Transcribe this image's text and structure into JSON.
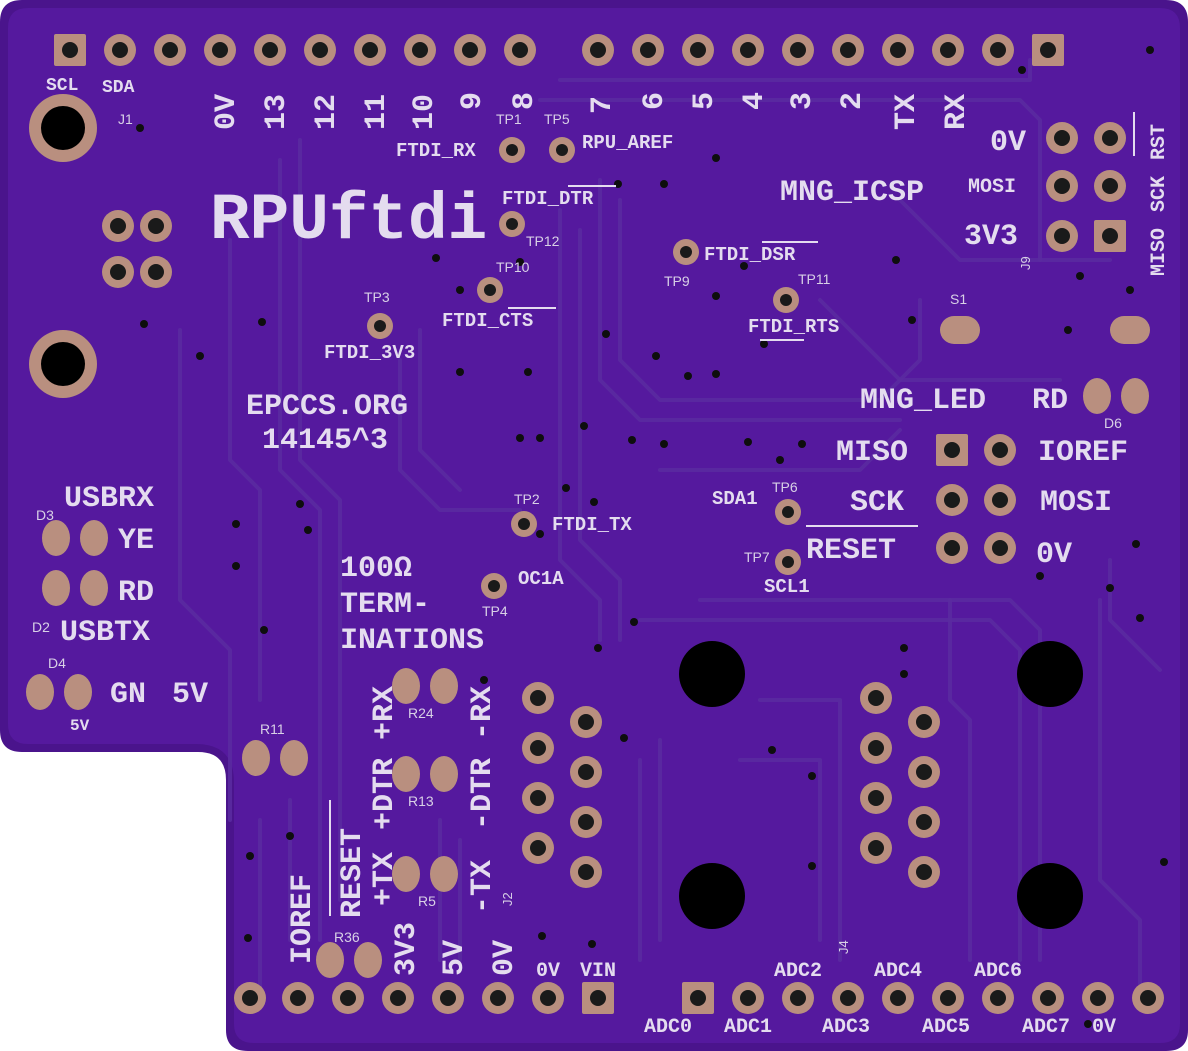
{
  "board": {
    "title": "RPUftdi",
    "website": "EPCCS.ORG",
    "code": "14145^3",
    "colors": {
      "substrate": "#4a148c",
      "mask": "#5b1fa6",
      "copper": "#b98f7f",
      "silk": "#e4dcef"
    }
  },
  "top_header_left": {
    "pins": [
      "SCL",
      "SDA",
      "",
      "0V",
      "13",
      "12",
      "11",
      "10",
      "9",
      "8"
    ],
    "ref": "J1"
  },
  "top_header_right": {
    "pins": [
      "7",
      "6",
      "5",
      "4",
      "3",
      "2",
      "TX",
      "RX"
    ]
  },
  "icsp": {
    "title": "MNG_ICSP",
    "left_labels": [
      "0V",
      "MOSI",
      "3V3"
    ],
    "right_labels": [
      "RST",
      "SCK",
      "MISO"
    ],
    "ref": "J9"
  },
  "test_points": [
    {
      "ref": "TP1",
      "label": "FTDI_RX"
    },
    {
      "ref": "TP5",
      "label": "RPU_AREF"
    },
    {
      "ref": "TP12",
      "label": "FTDI_DTR"
    },
    {
      "ref": "TP9",
      "label": "FTDI_DSR"
    },
    {
      "ref": "TP10",
      "label": "FTDI_CTS"
    },
    {
      "ref": "TP11",
      "label": "FTDI_RTS"
    },
    {
      "ref": "TP3",
      "label": "FTDI_3V3"
    },
    {
      "ref": "TP2",
      "label": "FTDI_TX"
    },
    {
      "ref": "TP4",
      "label": "OC1A"
    },
    {
      "ref": "TP6",
      "label": "SDA1"
    },
    {
      "ref": "TP7",
      "label": "SCL1"
    }
  ],
  "switch": {
    "ref": "S1"
  },
  "leds": {
    "mng": {
      "label": "MNG_LED",
      "color": "RD",
      "ref": "D6"
    },
    "usbrx": {
      "label": "USBRX",
      "color": "YE",
      "ref": "D3"
    },
    "usbtx": {
      "label": "USBTX",
      "color": "RD",
      "ref": "D2"
    },
    "power": {
      "label": "5V",
      "color": "GN",
      "ref": "D4",
      "sub": "5V"
    }
  },
  "icsp_header2": {
    "left": [
      "MISO",
      "SCK",
      "RESET"
    ],
    "right": [
      "IOREF",
      "MOSI",
      "0V"
    ]
  },
  "terminations": {
    "line1": "100Ω",
    "line2": "TERM-",
    "line3": "INATIONS"
  },
  "resistors": [
    "R24",
    "R13",
    "R5",
    "R11",
    "R36"
  ],
  "rotated_labels": {
    "rx_col": "+DTR +RX",
    "rx_neg": "-DTR -RX",
    "tx_col": "+TX",
    "reset": "RESET",
    "tx_neg": "-TX",
    "j2": "J2"
  },
  "bottom_left": {
    "labels": [
      "IOREF",
      "3V3",
      "5V",
      "0V",
      "0V",
      "VIN"
    ]
  },
  "bottom_right": {
    "top_labels": [
      "ADC2",
      "ADC4",
      "ADC6"
    ],
    "bottom_labels": [
      "ADC0",
      "ADC1",
      "ADC3",
      "ADC5",
      "ADC7",
      "0V"
    ],
    "ref": "J4"
  }
}
